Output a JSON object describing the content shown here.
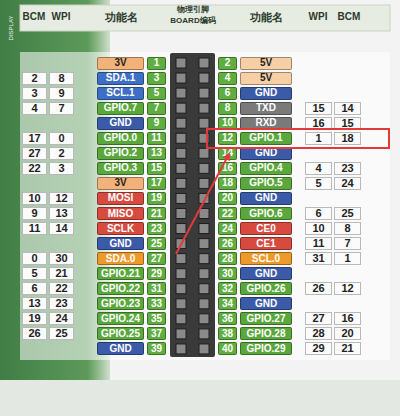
{
  "diagram": {
    "nodes": [
      {
        "text": [
          "3V"
        ]
      },
      {
        "text": [
          "1"
        ]
      },
      {
        "text": [
          "2"
        ]
      },
      {
        "text": [
          "5V"
        ]
      },
      {
        "text": [
          "SDA.1"
        ]
      },
      {
        "text": [
          "3"
        ]
      },
      {
        "text": [
          "4"
        ]
      },
      {
        "text": [
          "5V"
        ]
      },
      {
        "text": [
          "SCL.1"
        ]
      },
      {
        "text": [
          "5"
        ]
      },
      {
        "text": [
          "6"
        ]
      },
      {
        "text": [
          "GND"
        ]
      },
      {
        "text": [
          "GPIO.7"
        ]
      },
      {
        "text": [
          "7"
        ]
      },
      {
        "text": [
          "8"
        ]
      },
      {
        "text": [
          "TXD"
        ]
      },
      {
        "text": [
          "GND"
        ]
      },
      {
        "text": [
          "9"
        ]
      },
      {
        "text": [
          "10"
        ]
      },
      {
        "text": [
          "RXD"
        ]
      },
      {
        "text": [
          "GPIO.0"
        ]
      },
      {
        "text": [
          "11"
        ]
      },
      {
        "text": [
          "12"
        ]
      },
      {
        "text": [
          "GPIO.1"
        ]
      },
      {
        "text": [
          "GPIO.2"
        ]
      },
      {
        "text": [
          "13"
        ]
      },
      {
        "text": [
          "14"
        ]
      },
      {
        "text": [
          "GND"
        ]
      },
      {
        "text": [
          "GPIO.3"
        ]
      },
      {
        "text": [
          "15"
        ]
      },
      {
        "text": [
          "16"
        ]
      },
      {
        "text": [
          "GPIO.4"
        ]
      },
      {
        "text": [
          "3V"
        ]
      },
      {
        "text": [
          "17"
        ]
      },
      {
        "text": [
          "18"
        ]
      },
      {
        "text": [
          "GPIO.5"
        ]
      },
      {
        "text": [
          "MOSI"
        ]
      },
      {
        "text": [
          "19"
        ]
      },
      {
        "text": [
          "20"
        ]
      },
      {
        "text": [
          "GND"
        ]
      },
      {
        "text": [
          "MISO"
        ]
      },
      {
        "text": [
          "21"
        ]
      },
      {
        "text": [
          "22"
        ]
      },
      {
        "text": [
          "GPIO.6"
        ]
      },
      {
        "text": [
          "SCLK"
        ]
      },
      {
        "text": [
          "23"
        ]
      },
      {
        "text": [
          "24"
        ]
      },
      {
        "text": [
          "CE0"
        ]
      },
      {
        "text": [
          "GND"
        ]
      },
      {
        "text": [
          "25"
        ]
      },
      {
        "text": [
          "26"
        ]
      },
      {
        "text": [
          "CE1"
        ]
      },
      {
        "text": [
          "SDA.0"
        ]
      },
      {
        "text": [
          "27"
        ]
      },
      {
        "text": [
          "28"
        ]
      },
      {
        "text": [
          "SCL.0"
        ]
      },
      {
        "text": [
          "GPIO.21"
        ]
      },
      {
        "text": [
          "29"
        ]
      },
      {
        "text": [
          "30"
        ]
      },
      {
        "text": [
          "GND"
        ]
      },
      {
        "text": [
          "GPIO.22"
        ]
      },
      {
        "text": [
          "31"
        ]
      },
      {
        "text": [
          "32"
        ]
      },
      {
        "text": [
          "GPIO.26"
        ]
      },
      {
        "text": [
          "GPIO.23"
        ]
      },
      {
        "text": [
          "33"
        ]
      },
      {
        "text": [
          "34"
        ]
      },
      {
        "text": [
          "GND"
        ]
      },
      {
        "text": [
          "GPIO.24"
        ]
      },
      {
        "text": [
          "35"
        ]
      },
      {
        "text": [
          "36"
        ]
      },
      {
        "text": [
          "GPIO.27"
        ]
      },
      {
        "text": [
          "GPIO.25"
        ]
      },
      {
        "text": [
          "37"
        ]
      },
      {
        "text": [
          "38"
        ]
      },
      {
        "text": [
          "GPIO.28"
        ]
      },
      {
        "text": [
          "GND"
        ]
      },
      {
        "text": [
          "39"
        ]
      },
      {
        "text": [
          "40"
        ]
      },
      {
        "text": [
          "GPIO.29"
        ]
      }
    ],
    "labels": [
      "BCM",
      "WPI",
      "功能名",
      "物理引脚",
      "BOARD编码",
      "功能名",
      "WPI",
      "BCM",
      "2",
      "8",
      "3",
      "9",
      "4",
      "7",
      "15",
      "14",
      "16",
      "15",
      "17",
      "0",
      "1",
      "18",
      "27",
      "2",
      "22",
      "3",
      "4",
      "23",
      "5",
      "24",
      "10",
      "12",
      "9",
      "13",
      "6",
      "25",
      "11",
      "14",
      "10",
      "8",
      "11",
      "7",
      "0",
      "30",
      "31",
      "1",
      "5",
      "21",
      "6",
      "22",
      "26",
      "12",
      "13",
      "23",
      "19",
      "24",
      "27",
      "16",
      "26",
      "25",
      "28",
      "20",
      "29",
      "21",
      "DISPLAY"
    ]
  }
}
